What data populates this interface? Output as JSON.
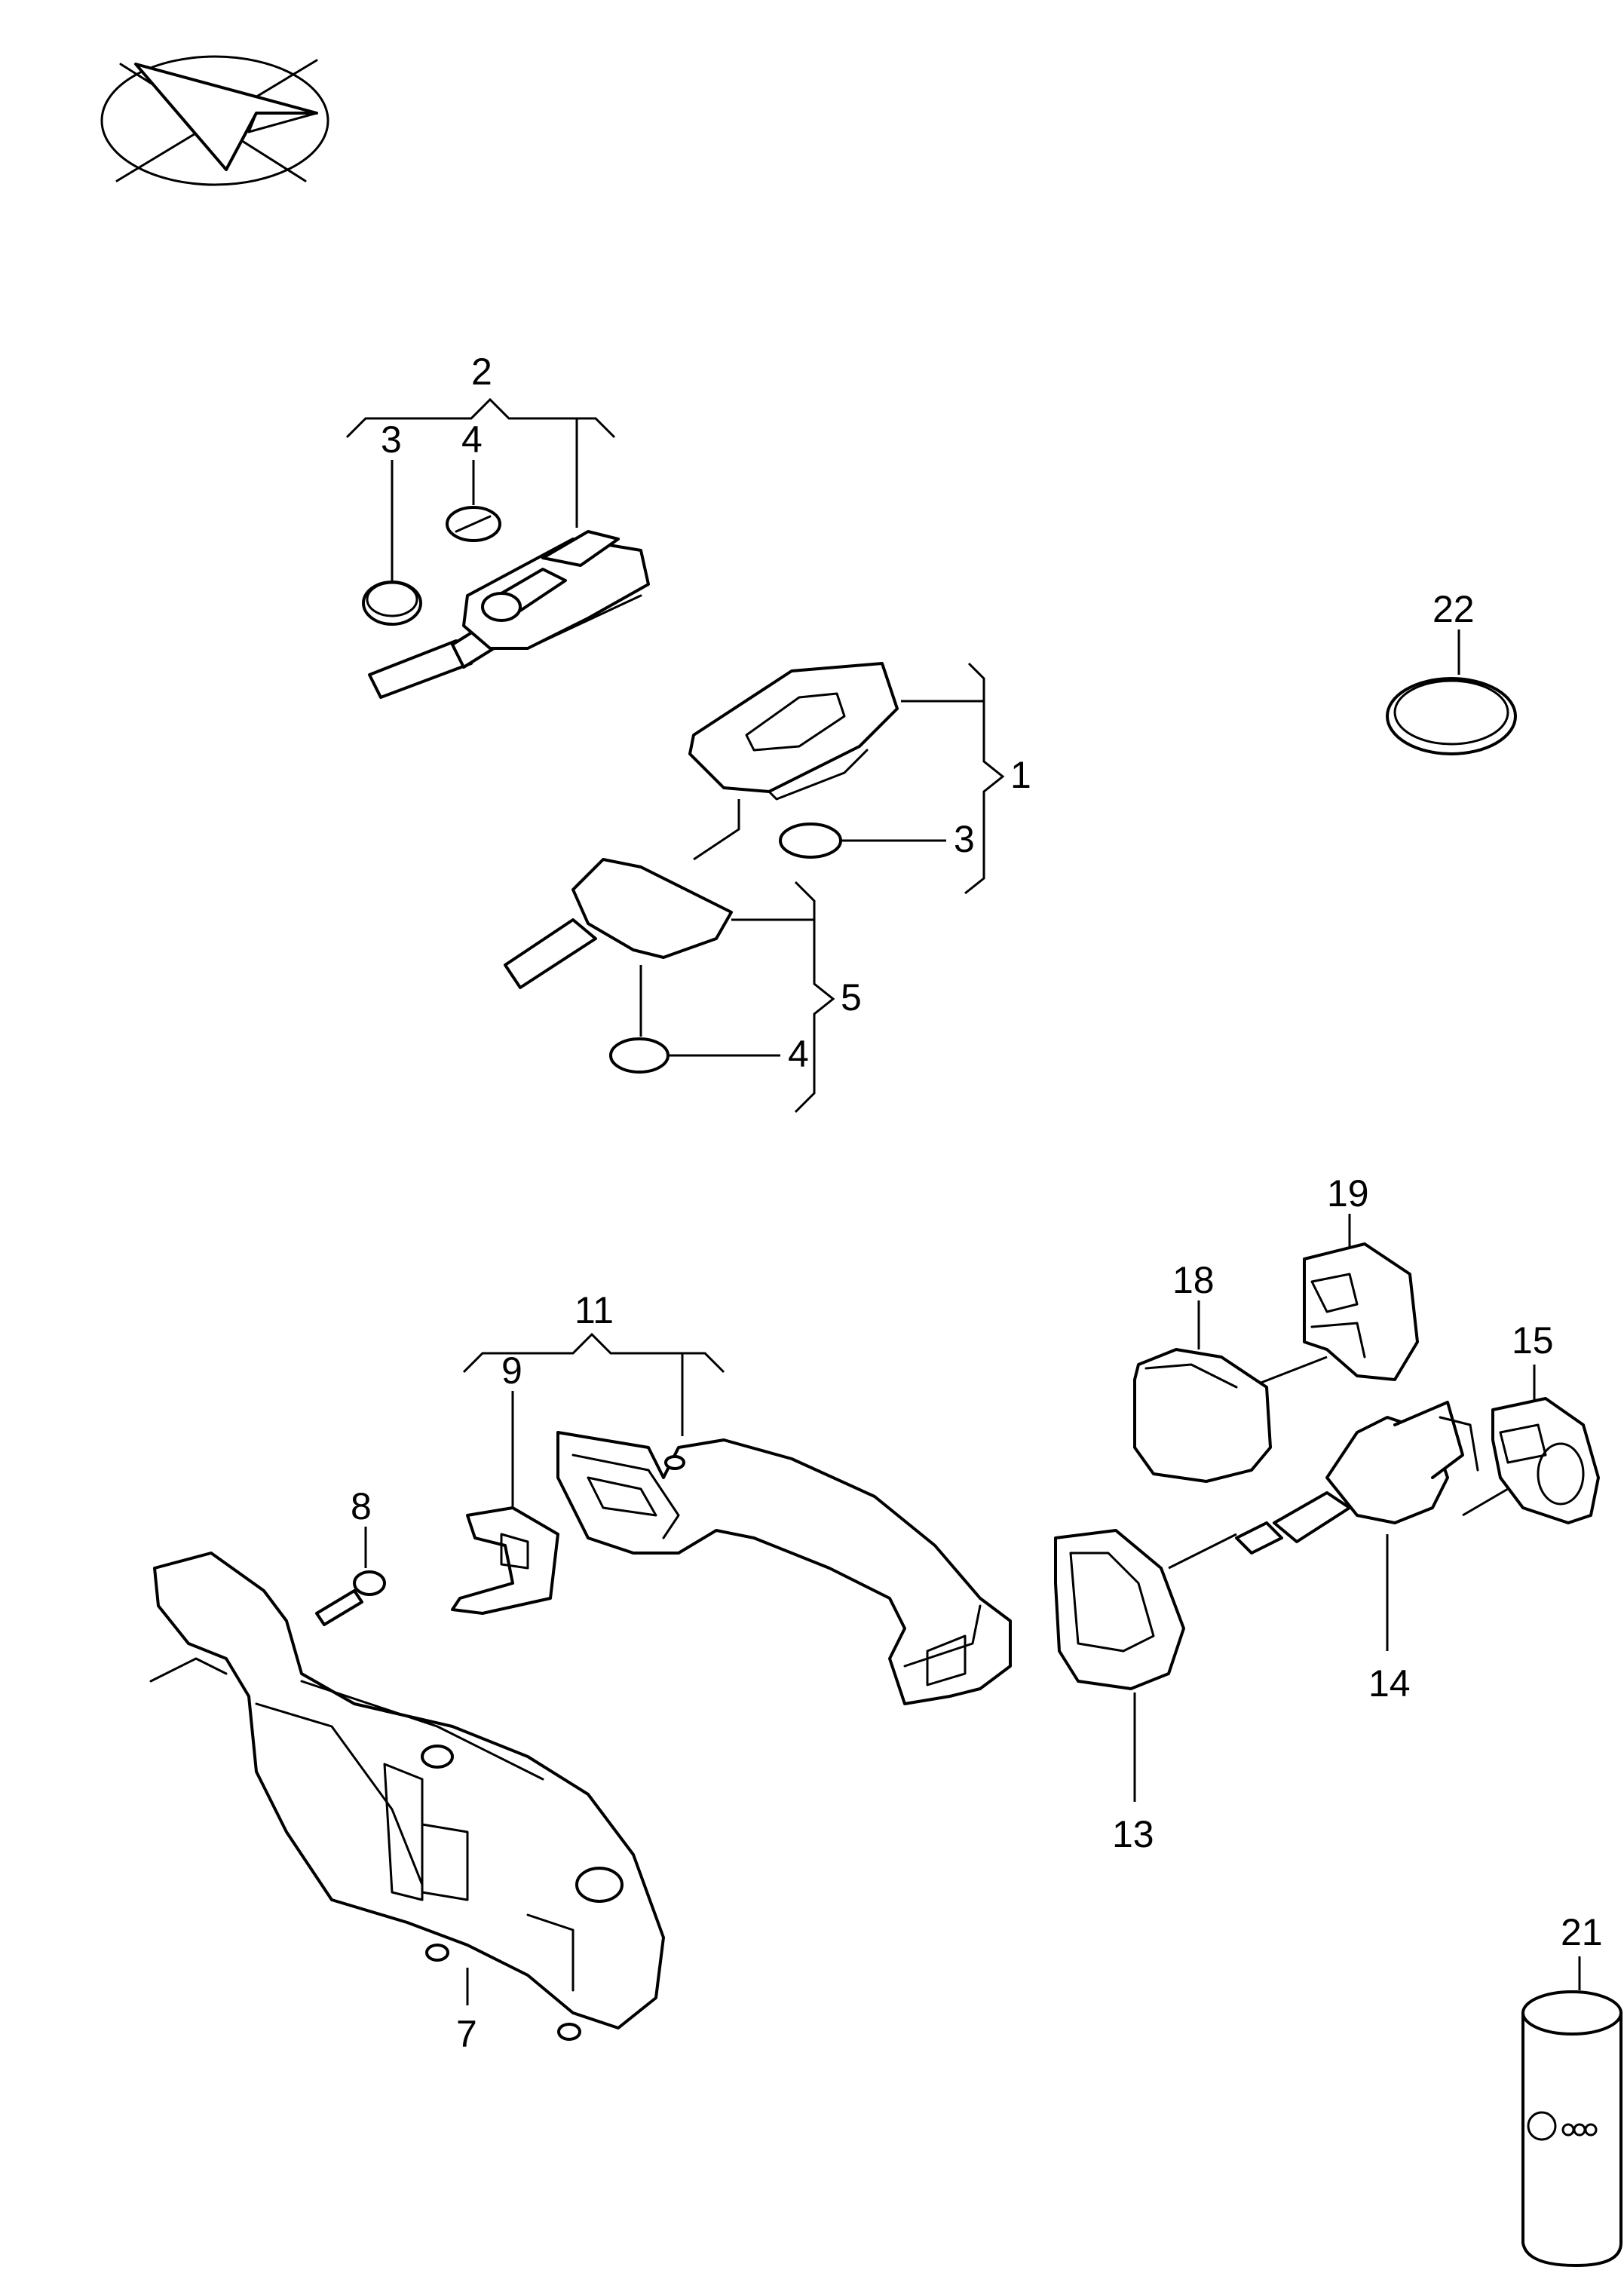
{
  "diagram": {
    "orientation_icon": "direction-arrow-icon",
    "callouts": {
      "c1": "1",
      "c2": "2",
      "c3_top": "3",
      "c4_top": "4",
      "c3_mid": "3",
      "c5": "5",
      "c4_mid": "4",
      "c7": "7",
      "c8": "8",
      "c9": "9",
      "c11": "11",
      "c13": "13",
      "c14": "14",
      "c15": "15",
      "c18": "18",
      "c19": "19",
      "c21": "21",
      "c22": "22"
    }
  }
}
